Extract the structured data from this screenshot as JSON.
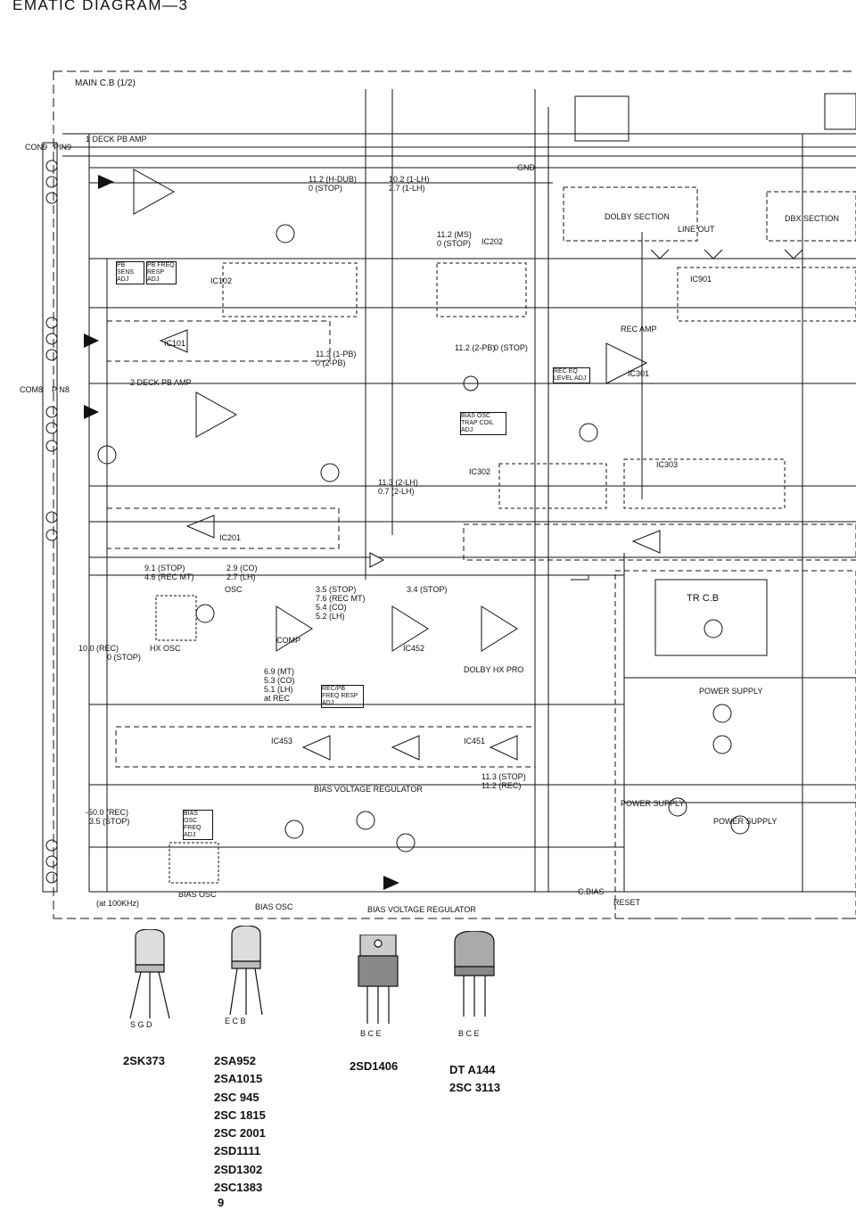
{
  "header": {
    "title": "EMATIC  DIAGRAM—3"
  },
  "board": {
    "main": "MAIN C.B (1/2)",
    "tr": "TR C.B"
  },
  "connectors": {
    "con9": "CON9",
    "pin9": "PIN9",
    "com8": "COM8",
    "pn8": "P N8"
  },
  "sections": {
    "deck1": "1 DECK PB AMP",
    "deck2": "2 DECK PB AMP",
    "rec_amp": "REC AMP",
    "osc": "OSC",
    "hx_osc": "HX OSC",
    "comp": "COMP",
    "dolby_hx": "DOLBY HX PRO",
    "power_supply": "POWER SUPPLY",
    "power_supply_2": "POWER SUPPLY",
    "power_supply_3": "POWER SUPPLY",
    "bias_osc": "BIAS OSC",
    "bias_osc_2": "BIAS OSC",
    "bias_vreg": "BIAS VOLTAGE REGULATOR",
    "bias_vreg_2": "BIAS VOLTAGE REGULATOR",
    "dolby_section": "DOLBY SECTION",
    "dbx_section": "DBX SECTION",
    "line_out": "LINE OUT",
    "gnd": "GND",
    "c_bias": "C.BIAS",
    "reset": "RESET",
    "at_100khz": "(at 100KHz)"
  },
  "ics": [
    "IC101",
    "IC201",
    "IC102",
    "IC202",
    "IC301",
    "IC302",
    "IC303",
    "IC451",
    "IC452",
    "IC453",
    "IC901"
  ],
  "voltage_notes": [
    "11.2 (H-DUB)",
    "0 (STOP)",
    "10.2 (1-LH)",
    "2.7 (1-LH)",
    "11.2 (MS)",
    "0 (STOP)",
    "11.3 (1-PB)",
    "0 (2-PB)",
    "11.2 (2-PB)",
    "0 (STOP)",
    "11.3 (2-LH)",
    "0.7 (2-LH)",
    "9.1 (STOP)",
    "4.6 (REC MT)",
    "2.9 (CO)",
    "2.7 (LH)",
    "10.0 (REC)",
    "0 (STOP)",
    "3.5 (STOP)",
    "7.6 (REC MT)",
    "5.4 (CO)",
    "5.2 (LH)",
    "3.4 (STOP)",
    "6.9 (MT)",
    "5.3 (CO)",
    "5.1 (LH)",
    "at REC",
    "11.3 (STOP)",
    "11.2 (REC)",
    "-50.0 (REC)",
    "3.5 (STOP)"
  ],
  "adj_boxes": [
    "PB SENS ADJ",
    "PB FREQ RESP ADJ",
    "REC EQ LEVEL ADJ",
    "BIAS OSC TRAP COIL ADJ",
    "REC/PB FREQ RESP ADJ",
    "BIAS OSC FREQ ADJ"
  ],
  "packages": [
    {
      "label": "2SK373",
      "pins": "S G D"
    },
    {
      "label": "",
      "pins": "E C B"
    },
    {
      "label": "2SD1406",
      "pins": "B C E"
    },
    {
      "label": "DT A144\n2SC 3113",
      "pins": "B C E"
    }
  ],
  "package_labels": {
    "p1": "2SK373",
    "p3": "2SD1406",
    "p4a": "DT A144",
    "p4b": "2SC 3113"
  },
  "part_list": [
    "2SA952",
    "2SA1015",
    "2SC 945",
    "2SC 1815",
    "2SC 2001",
    "2SD1111",
    "2SD1302",
    "2SC1383"
  ],
  "page_number": "9"
}
